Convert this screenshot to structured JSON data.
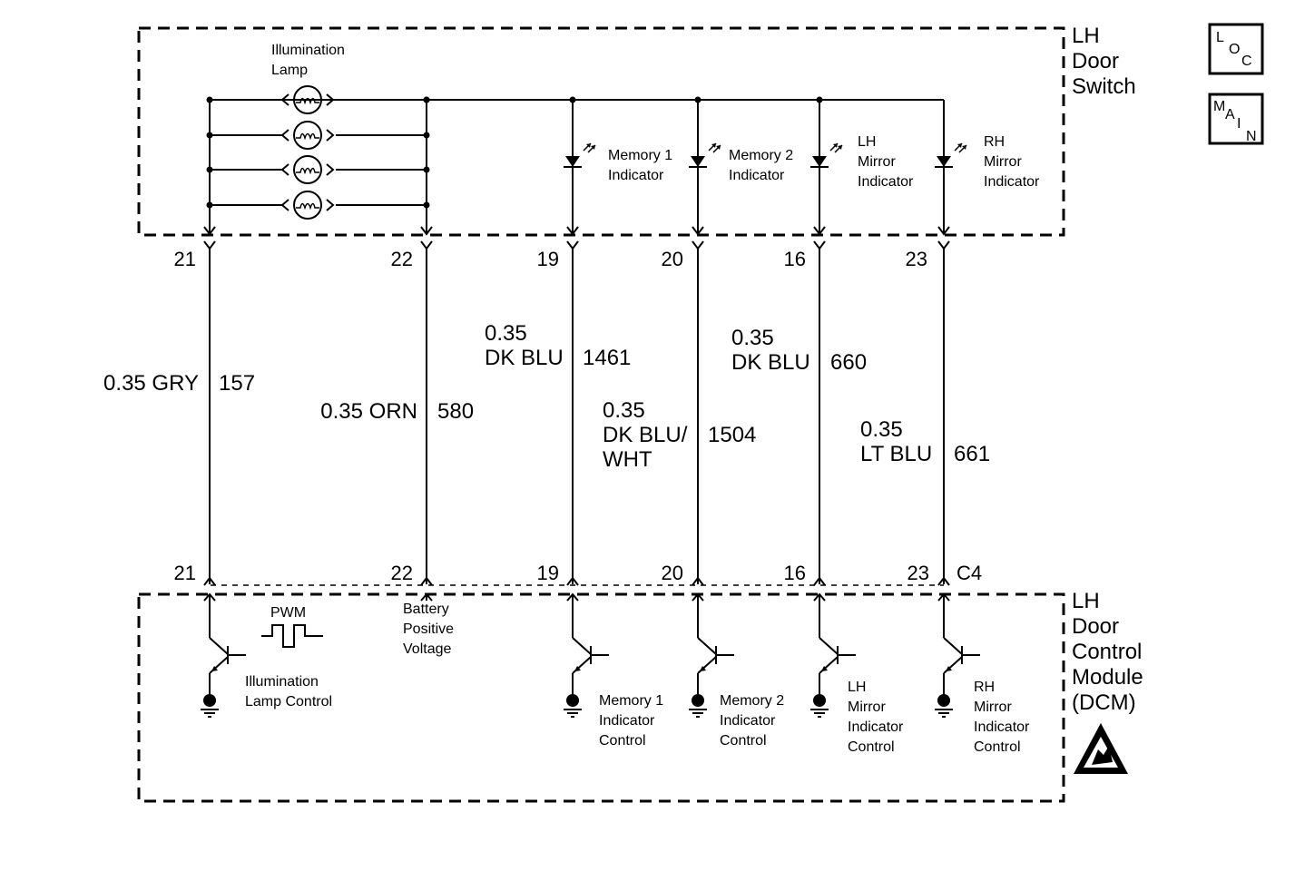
{
  "switch_box": {
    "title": [
      "LH",
      "Door",
      "Switch"
    ]
  },
  "module_box": {
    "title": [
      "LH",
      "Door",
      "Control",
      "Module",
      "(DCM)"
    ]
  },
  "connector": "C4",
  "icons": {
    "loc": [
      "L",
      "O",
      "C"
    ],
    "main": [
      "M",
      "A",
      "I",
      "N"
    ]
  },
  "lamp": {
    "label": [
      "Illumination",
      "Lamp"
    ]
  },
  "indicators": [
    {
      "label": [
        "Memory 1",
        "Indicator"
      ]
    },
    {
      "label": [
        "Memory 2",
        "Indicator"
      ]
    },
    {
      "label": [
        "LH",
        "Mirror",
        "Indicator"
      ]
    },
    {
      "label": [
        "RH",
        "Mirror",
        "Indicator"
      ]
    }
  ],
  "circuits": [
    {
      "pin_top": "21",
      "pin_bottom": "21",
      "wire": [
        "0.35 GRY"
      ],
      "circuit": "157"
    },
    {
      "pin_top": "22",
      "pin_bottom": "22",
      "wire": [
        "0.35 ORN"
      ],
      "circuit": "580"
    },
    {
      "pin_top": "19",
      "pin_bottom": "19",
      "wire": [
        "0.35",
        "DK BLU"
      ],
      "circuit": "1461"
    },
    {
      "pin_top": "20",
      "pin_bottom": "20",
      "wire": [
        "0.35",
        "DK BLU/",
        "WHT"
      ],
      "circuit": "1504"
    },
    {
      "pin_top": "16",
      "pin_bottom": "16",
      "wire": [
        "0.35",
        "DK BLU"
      ],
      "circuit": "660"
    },
    {
      "pin_top": "23",
      "pin_bottom": "23",
      "wire": [
        "0.35",
        "LT BLU"
      ],
      "circuit": "661"
    }
  ],
  "module_labels": {
    "pwm": "PWM",
    "illumination_control": [
      "Illumination",
      "Lamp Control"
    ],
    "battery": [
      "Battery",
      "Positive",
      "Voltage"
    ],
    "controls": [
      [
        "Memory 1",
        "Indicator",
        "Control"
      ],
      [
        "Memory 2",
        "Indicator",
        "Control"
      ],
      [
        "LH",
        "Mirror",
        "Indicator",
        "Control"
      ],
      [
        "RH",
        "Mirror",
        "Indicator",
        "Control"
      ]
    ]
  }
}
